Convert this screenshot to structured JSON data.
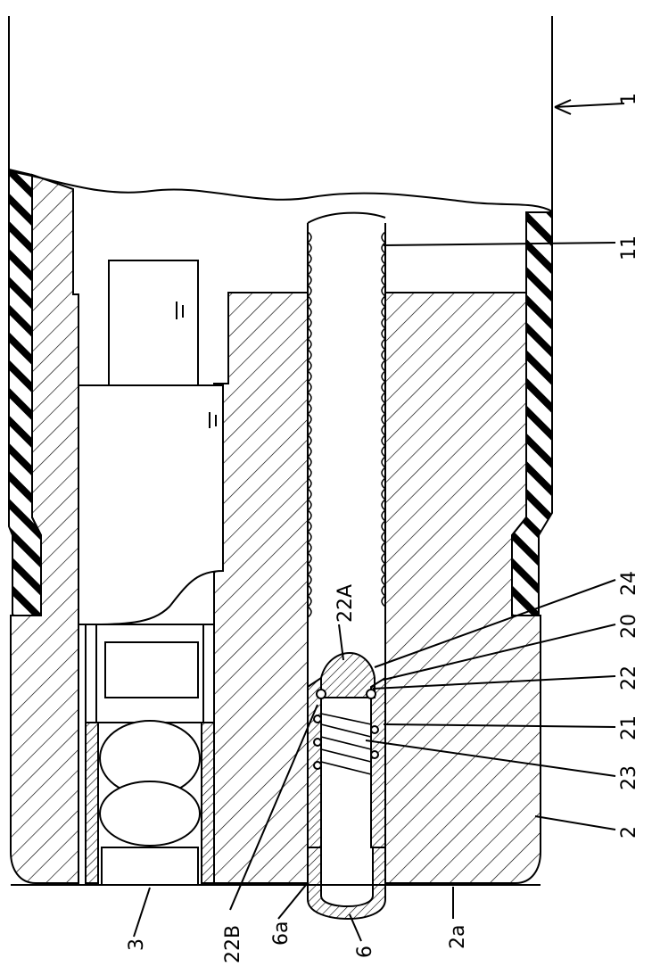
{
  "labels": {
    "l1": "1",
    "l11": "11",
    "l24": "24",
    "l20": "20",
    "l22": "22",
    "l21": "21",
    "l23": "23",
    "l2": "2",
    "l22A": "22A",
    "l3": "3",
    "l22B": "22B",
    "l6a": "6a",
    "l6": "6",
    "l2a": "2a"
  }
}
